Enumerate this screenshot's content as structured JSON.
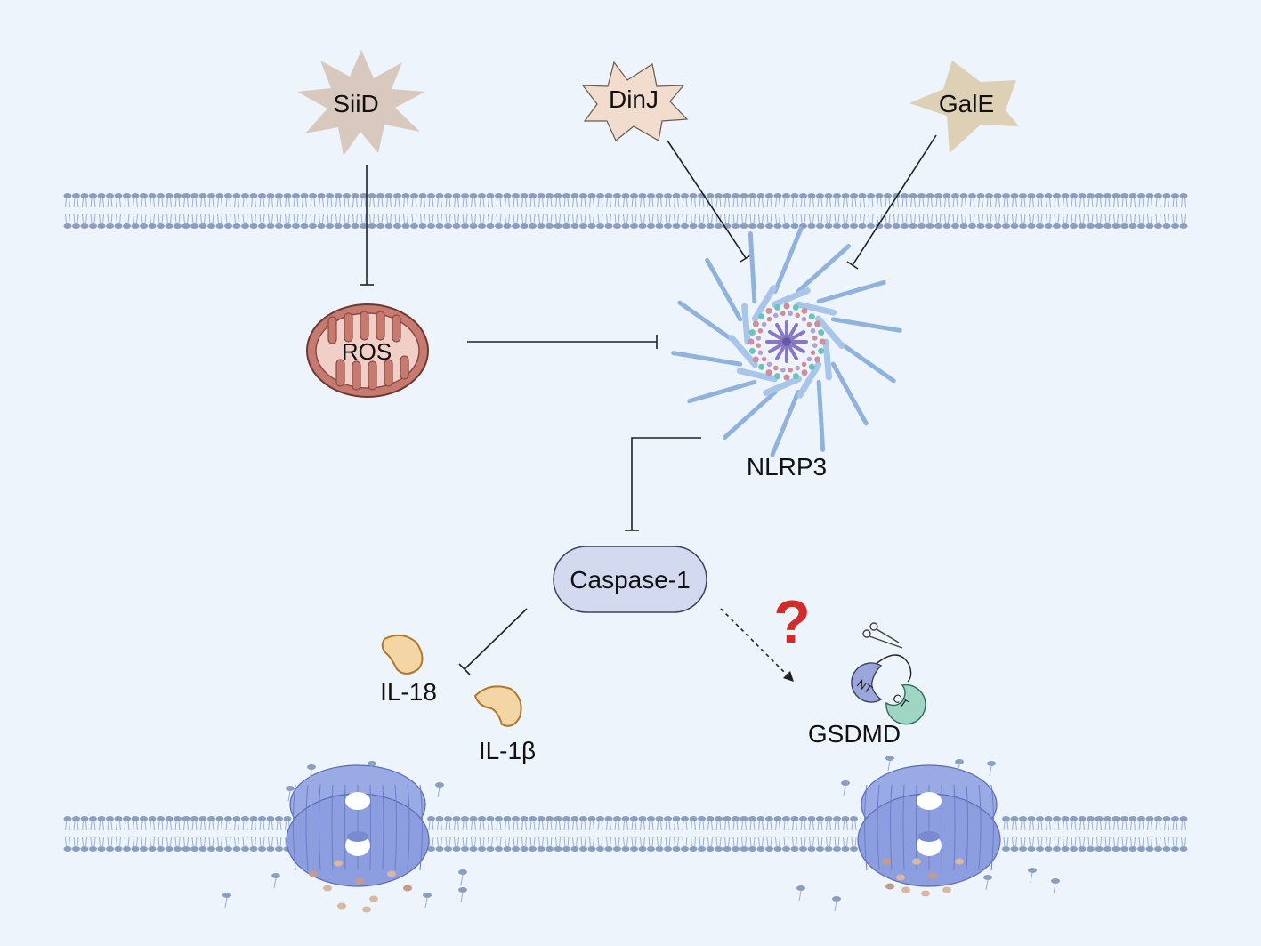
{
  "effectors": {
    "siid": "SiiD",
    "dinj": "DinJ",
    "gale": "GalE"
  },
  "nodes": {
    "ros": "ROS",
    "nlrp3": "NLRP3",
    "caspase1": "Caspase-1",
    "il18": "IL-18",
    "il1b": "IL-1β",
    "gsdmd": "GSDMD",
    "gsdmd_nt": "NT",
    "gsdmd_ct": "CT",
    "unknown_mark": "?"
  },
  "colors": {
    "background": "#eef4fb",
    "membrane": "#8a9fc0",
    "siid": "#d8c8bd",
    "dinj": "#f2dccd",
    "gale": "#ddd0b4",
    "mito_outer": "#c77b70",
    "mito_inner": "#f1cfc6",
    "caspase": "#d3d9ef",
    "cytokine": "#f3d5a6",
    "cytokine_edge": "#b07a2a",
    "gsdmd_nt": "#9aa6dc",
    "gsdmd_ct": "#9fd6c3",
    "pore": "#8c9ee0",
    "question": "#d32a2a"
  }
}
